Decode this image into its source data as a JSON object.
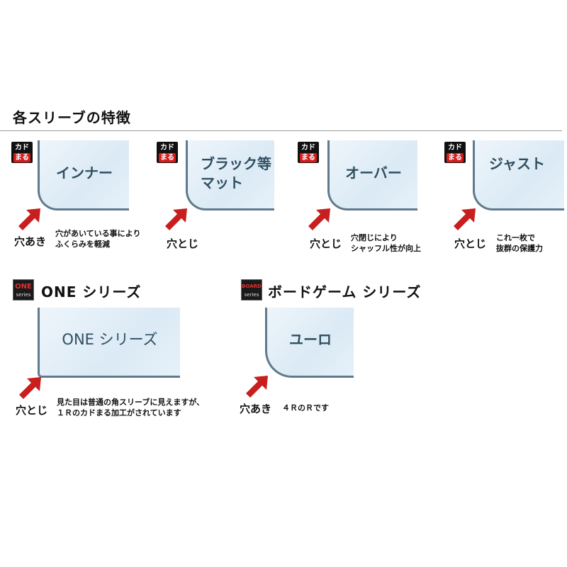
{
  "header": {
    "title": "各スリーブの特徴"
  },
  "sleeves": [
    {
      "name": "インナー",
      "badge_top": "カド",
      "badge_bottom": "まる",
      "hole": "穴あき",
      "desc1": "穴があいている事により",
      "desc2": "ふくらみを軽減"
    },
    {
      "name1": "ブラック等",
      "name2": "マット",
      "badge_top": "カド",
      "badge_bottom": "まる",
      "hole": "穴とじ"
    },
    {
      "name": "オーバー",
      "badge_top": "カド",
      "badge_bottom": "まる",
      "hole": "穴とじ",
      "desc1": "穴閉じにより",
      "desc2": "シャッフル性が向上"
    },
    {
      "name": "ジャスト",
      "badge_top": "カド",
      "badge_bottom": "まる",
      "hole": "穴とじ",
      "desc1": "これ一枚で",
      "desc2": "抜群の保護力"
    }
  ],
  "one_series": {
    "title": "ONE シリーズ",
    "logo_top": "ONE",
    "logo_bottom": "series",
    "sleeve_label": "ONE シリーズ",
    "hole": "穴とじ",
    "desc1": "見た目は普通の角スリーブに見えますが、",
    "desc2": "１Ｒのカドまる加工がされています"
  },
  "board_series": {
    "title": "ボードゲーム シリーズ",
    "logo_top": "BOARD",
    "logo_bottom": "series",
    "sleeve_label": "ユーロ",
    "hole": "穴あき",
    "desc": "４ＲのＲです"
  },
  "colors": {
    "arrow": "#c81e1e",
    "sleeve_border": "#607a8c",
    "sleeve_text": "#2f4f61"
  },
  "icons": {
    "arrow": "red-diagonal-arrow-icon"
  }
}
